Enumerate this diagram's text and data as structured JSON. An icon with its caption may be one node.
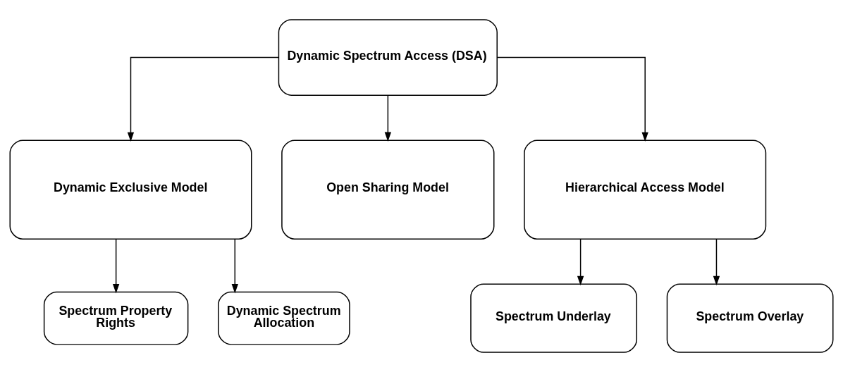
{
  "diagram": {
    "nodes": [
      {
        "text": [
          "Dynamic Spectrum Access (DSA)"
        ]
      },
      {
        "text": [
          "Dynamic Exclusive Model"
        ]
      },
      {
        "text": [
          "Open Sharing Model"
        ]
      },
      {
        "text": [
          "Hierarchical Access Model"
        ]
      },
      {
        "text": [
          "Spectrum Property Rights"
        ]
      },
      {
        "text": [
          "Dynamic Spectrum Allocation"
        ]
      },
      {
        "text": [
          "Spectrum Underlay"
        ]
      },
      {
        "text": [
          "Spectrum Overlay"
        ]
      }
    ],
    "edges": [
      {
        "from": 0,
        "to": 1,
        "arrow": "to"
      },
      {
        "from": 0,
        "to": 2,
        "arrow": "to"
      },
      {
        "from": 0,
        "to": 3,
        "arrow": "to"
      },
      {
        "from": 1,
        "to": 4,
        "arrow": "to"
      },
      {
        "from": 1,
        "to": 5,
        "arrow": "to"
      },
      {
        "from": 3,
        "to": 6,
        "arrow": "to"
      },
      {
        "from": 3,
        "to": 7,
        "arrow": "to"
      }
    ]
  }
}
